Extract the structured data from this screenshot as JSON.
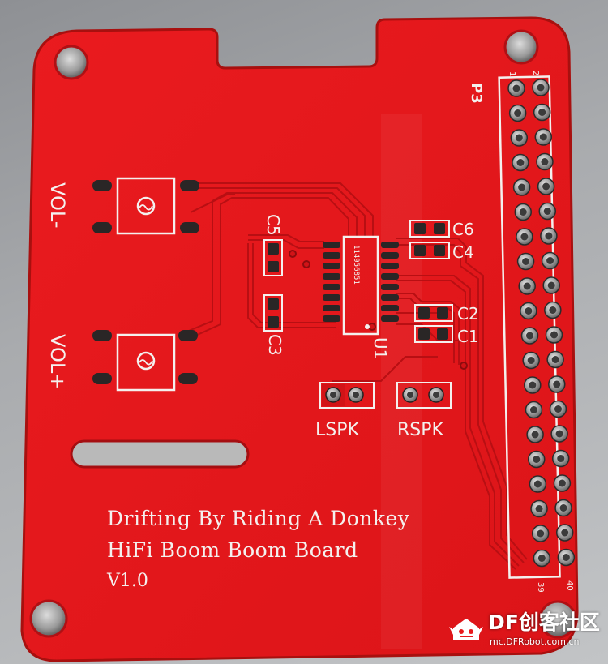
{
  "board": {
    "title_line1": "Drifting By Riding A Donkey",
    "title_line2": "HiFi Boom Boom Board",
    "version": "V1.0"
  },
  "labels": {
    "vol_minus": "VOL-",
    "vol_plus": "VOL+",
    "lspk": "LSPK",
    "rspk": "RSPK",
    "header": "P3",
    "pin1": "1",
    "pin2": "2",
    "pin39": "39",
    "pin40": "40",
    "chip_ref": "U1",
    "chip_marking": "114956851",
    "c1": "C1",
    "c2": "C2",
    "c3": "C3",
    "c4": "C4",
    "c5": "C5",
    "c6": "C6"
  },
  "watermark": {
    "title": "DF创客社区",
    "url": "mc.DFRobot.com.cn"
  },
  "colors": {
    "pcb_red": "#e8191c",
    "trace_red": "#b80f13",
    "silkscreen": "#f4f0ee",
    "pad_metal": "#a8a8a8"
  }
}
